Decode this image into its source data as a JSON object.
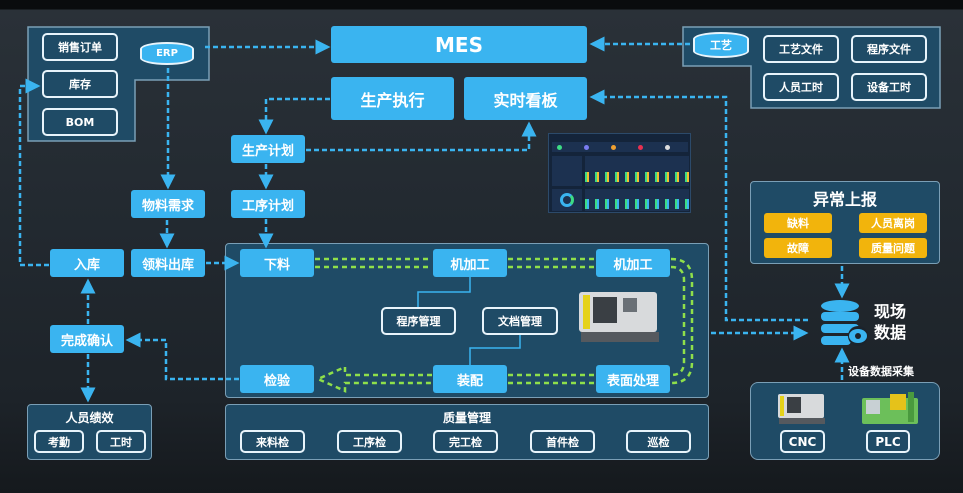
{
  "colors": {
    "accent": "#3ab4f0",
    "panel": "#1f4b66",
    "warning": "#f2b40c",
    "flow": "#8fe04a"
  },
  "erp": {
    "db": "ERP",
    "items": [
      "销售订单",
      "库存",
      "BOM"
    ]
  },
  "mes": {
    "title": "MES",
    "execution": "生产执行",
    "dashboard": "实时看板"
  },
  "craft": {
    "db": "工艺",
    "items": [
      "工艺文件",
      "程序文件",
      "人员工时",
      "设备工时"
    ]
  },
  "planning": {
    "production_plan": "生产计划",
    "process_plan": "工序计划",
    "material_demand": "物料需求",
    "warehouse_in": "入库",
    "material_issue": "领料出库",
    "completion": "完成确认"
  },
  "process": {
    "blanking": "下料",
    "machining1": "机加工",
    "machining2": "机加工",
    "program_mgmt": "程序管理",
    "doc_mgmt": "文档管理",
    "inspection": "检验",
    "assembly": "装配",
    "surface": "表面处理"
  },
  "exception": {
    "title": "异常上报",
    "items": [
      "缺料",
      "人员离岗",
      "故障",
      "质量问题"
    ]
  },
  "performance": {
    "title": "人员绩效",
    "items": [
      "考勤",
      "工时"
    ]
  },
  "quality": {
    "title": "质量管理",
    "items": [
      "来料检",
      "工序检",
      "完工检",
      "首件检",
      "巡检"
    ]
  },
  "field_data": {
    "line1": "现场",
    "line2": "数据",
    "collection": "设备数据采集"
  },
  "equipment": {
    "items": [
      "CNC",
      "PLC"
    ]
  }
}
